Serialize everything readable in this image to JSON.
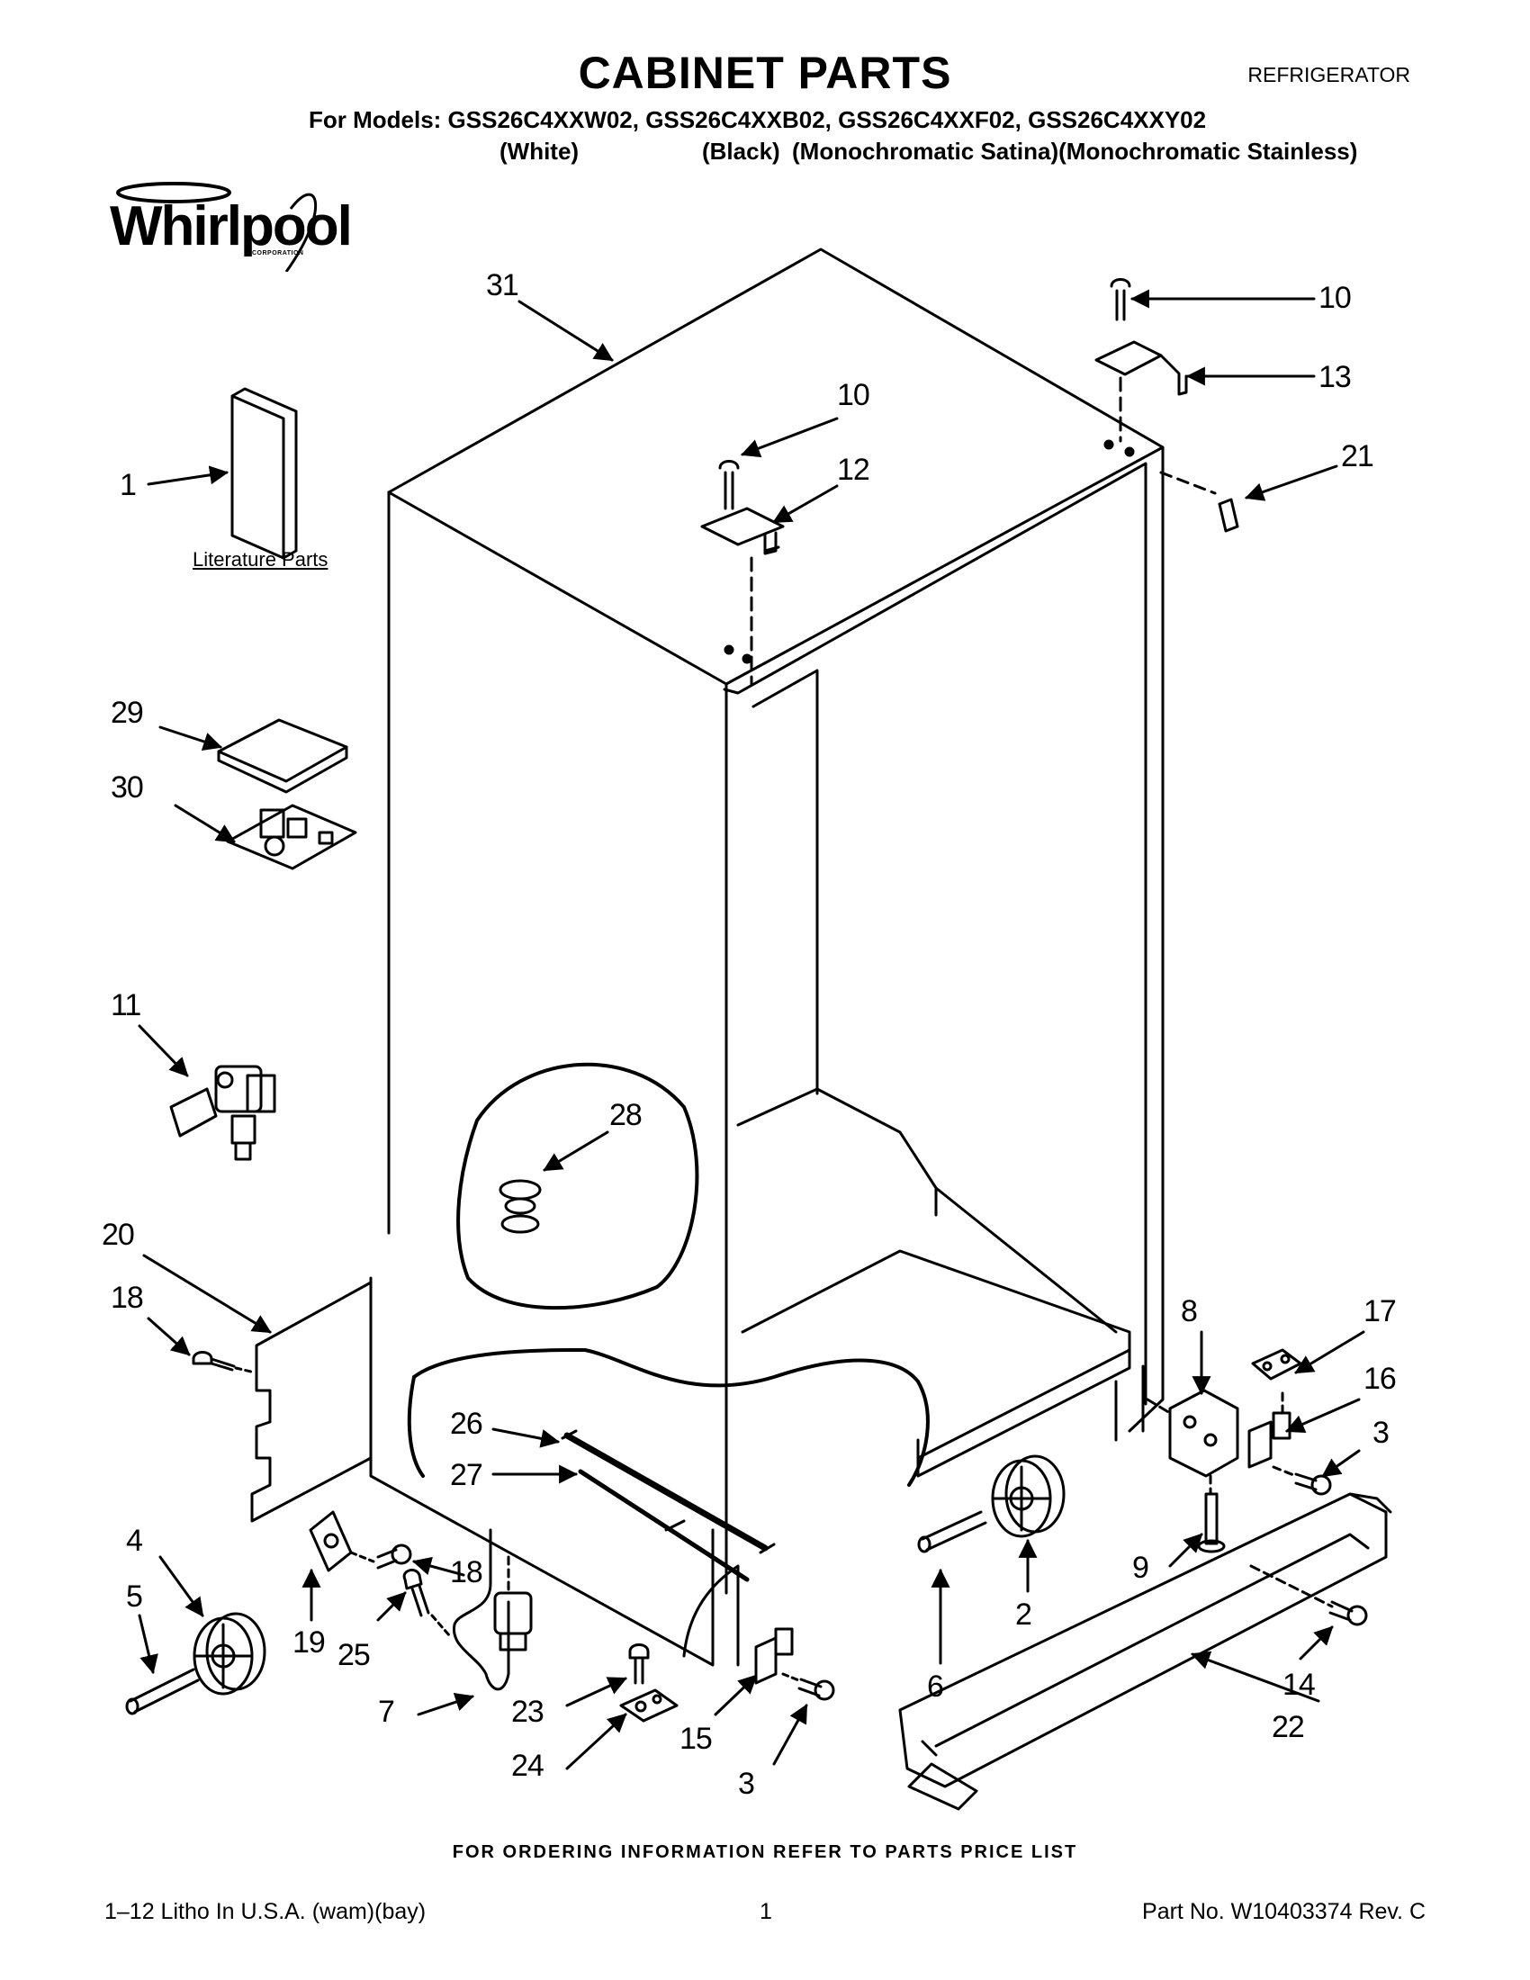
{
  "header": {
    "title": "CABINET PARTS",
    "category": "REFRIGERATOR",
    "models": "For Models: GSS26C4XXW02, GSS26C4XXB02, GSS26C4XXF02, GSS26C4XXY02",
    "finishes": [
      "(White)",
      "(Black)",
      "(Monochromatic Satina)(Monochromatic Stainless)"
    ]
  },
  "logo": {
    "brand": "Whirlpool",
    "sub": "CORPORATION"
  },
  "diagram": {
    "literature_label": "Literature Parts",
    "callouts": [
      "31",
      "10",
      "13",
      "10",
      "12",
      "21",
      "1",
      "29",
      "30",
      "11",
      "28",
      "20",
      "18",
      "8",
      "17",
      "16",
      "3",
      "26",
      "27",
      "4",
      "5",
      "19",
      "18",
      "25",
      "7",
      "23",
      "24",
      "15",
      "3",
      "6",
      "2",
      "9",
      "14",
      "22"
    ]
  },
  "footer": {
    "ordering": "FOR ORDERING INFORMATION REFER TO PARTS PRICE LIST",
    "litho": "1–12 Litho In U.S.A. (wam)(bay)",
    "page": "1",
    "part_no": "Part No. W10403374 Rev. C"
  }
}
